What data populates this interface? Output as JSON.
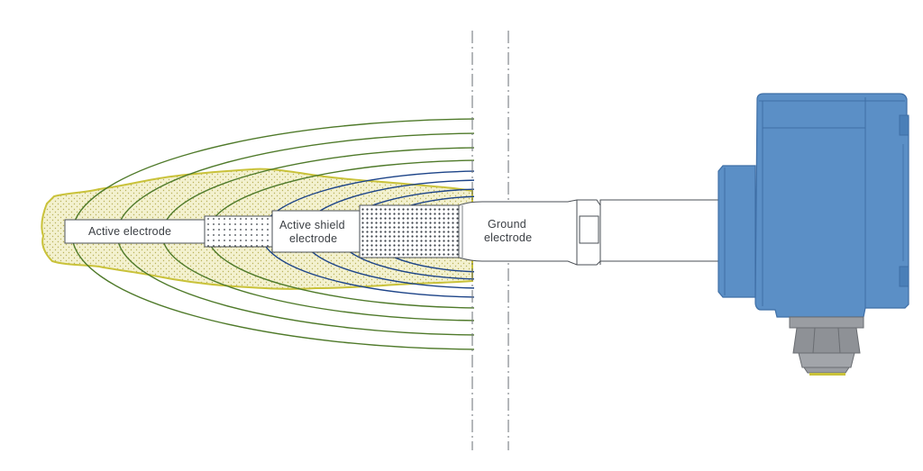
{
  "diagram": {
    "labels": {
      "active_electrode": "Active electrode",
      "active_shield_line1": "Active shield",
      "active_shield_line2": "electrode",
      "ground_line1": "Ground",
      "ground_line2": "electrode"
    },
    "colors": {
      "buildup_fill": "#f3f1cf",
      "buildup_outline": "#c9c23a",
      "active_field": "#4f7a2a",
      "shield_field": "#1d4488",
      "housing": "#5b8fc6",
      "housing_dark": "#3f6fa6",
      "cable_gland": "#8e9196",
      "probe_outline": "#4a4f55"
    }
  }
}
